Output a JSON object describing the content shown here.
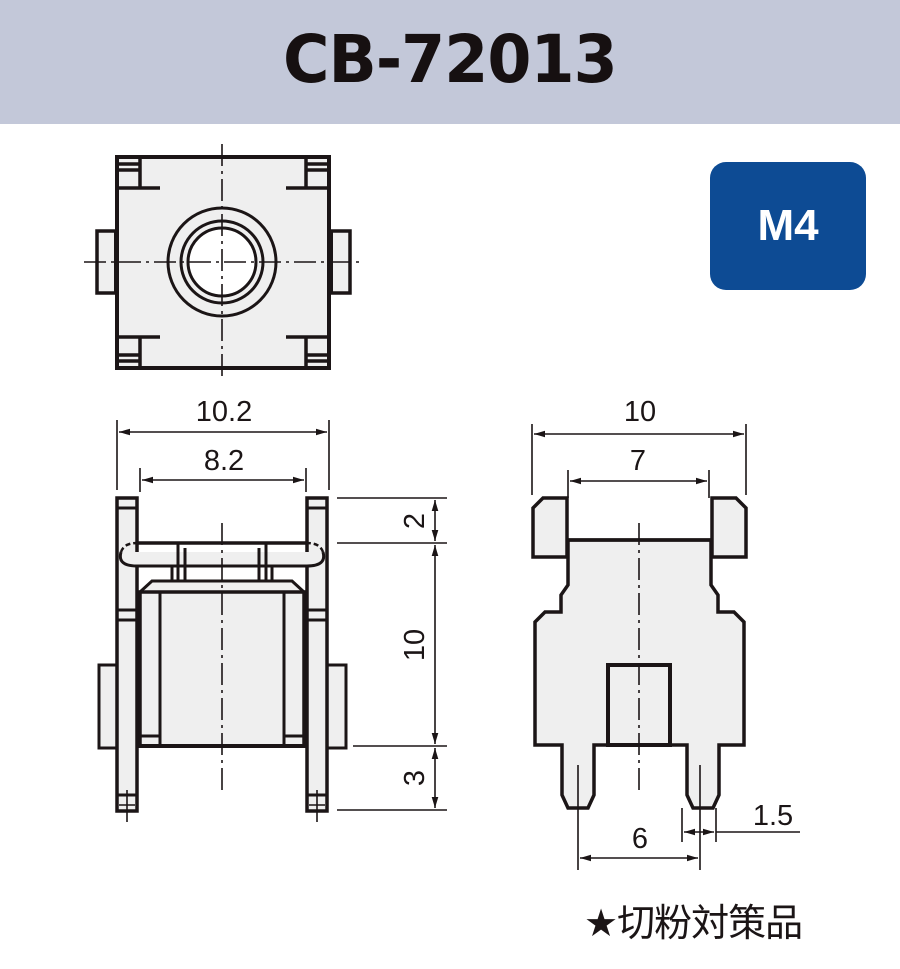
{
  "header": {
    "title": "CB-72013"
  },
  "badge": {
    "label": "M4",
    "color": "#0d4b94"
  },
  "drawing": {
    "views": [
      "top-view",
      "front-view",
      "side-view"
    ],
    "front_view": {
      "dim_outer_width": "10.2",
      "dim_inner_width": "8.2",
      "dim_top_height": "2",
      "dim_body_height": "10",
      "dim_pin_length": "3"
    },
    "side_view": {
      "dim_outer_width": "10",
      "dim_inner_width": "7",
      "dim_pin_pitch": "6",
      "dim_pin_width": "1.5"
    },
    "colors": {
      "fill": "#efefef",
      "line": "#1b1516"
    }
  },
  "footer": {
    "note": "★切粉対策品"
  }
}
